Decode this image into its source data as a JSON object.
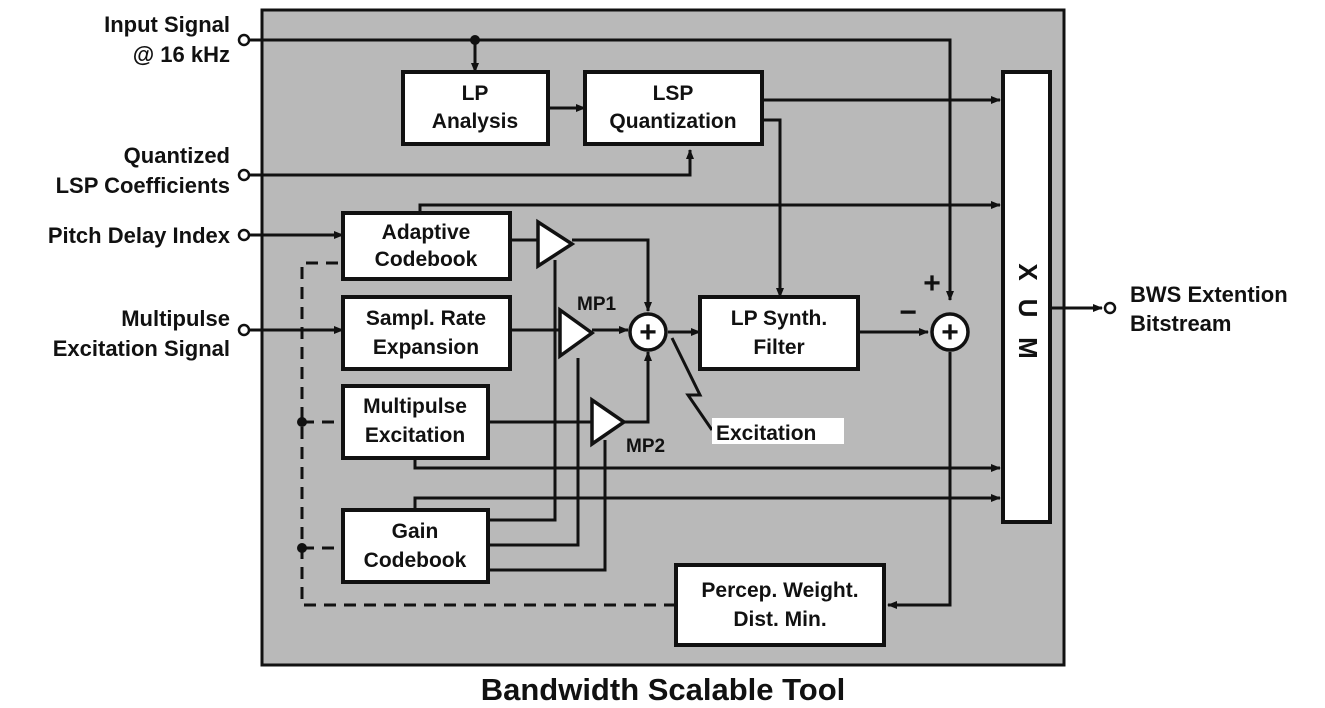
{
  "title": "Bandwidth Scalable Tool",
  "inputs": {
    "input_signal": [
      "Input Signal",
      "@ 16 kHz"
    ],
    "quantized_lsp": [
      "Quantized",
      "LSP Coefficients"
    ],
    "pitch_delay": [
      "Pitch Delay Index"
    ],
    "multipulse_excitation_signal": [
      "Multipulse",
      "Excitation Signal"
    ]
  },
  "output": [
    "BWS Extention",
    "Bitstream"
  ],
  "blocks": {
    "lp_analysis": [
      "LP",
      "Analysis"
    ],
    "lsp_quantization": [
      "LSP",
      "Quantization"
    ],
    "adaptive_codebook": [
      "Adaptive",
      "Codebook"
    ],
    "sampl_rate_expansion": [
      "Sampl. Rate",
      "Expansion"
    ],
    "multipulse_excitation": [
      "Multipulse",
      "Excitation"
    ],
    "gain_codebook": [
      "Gain",
      "Codebook"
    ],
    "lp_synth_filter": [
      "LP Synth.",
      "Filter"
    ],
    "percep_weight": [
      "Percep. Weight.",
      "Dist. Min."
    ],
    "mux": [
      "M",
      "U",
      "X"
    ]
  },
  "labels": {
    "mp1": "MP1",
    "mp2": "MP2",
    "excitation": "Excitation",
    "plus": "+",
    "minus": "−",
    "adder_plus": "+"
  }
}
